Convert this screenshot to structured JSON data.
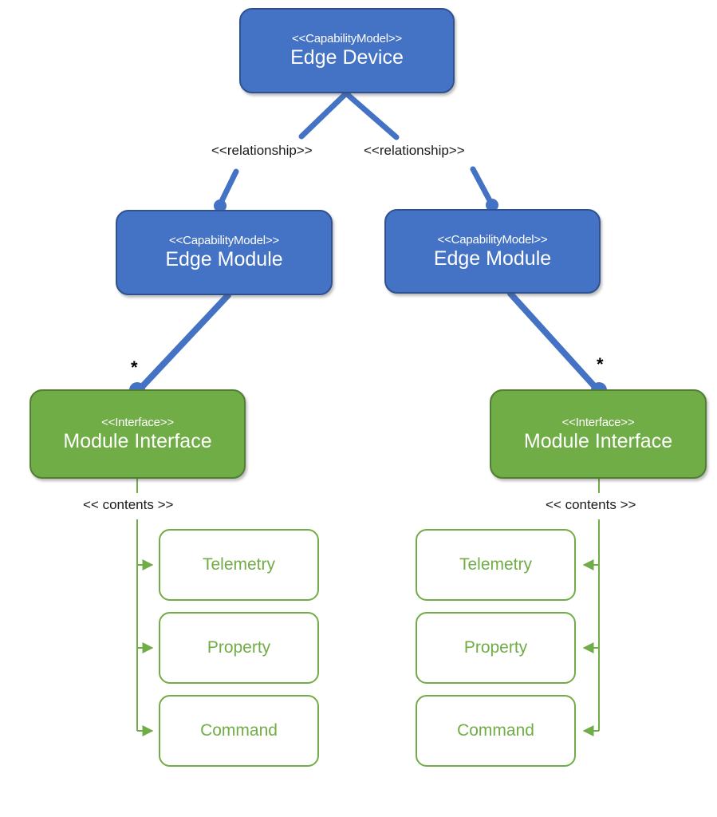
{
  "diagram": {
    "title": "Edge Device capability model diagram",
    "colors": {
      "blue_fill": "#4472C4",
      "blue_border": "#2F528F",
      "green_fill": "#70AD47",
      "green_border": "#507E32",
      "connector_blue": "#4472C4",
      "connector_green": "#70AD47",
      "label_text": "#1a1a1a",
      "background": "#ffffff"
    }
  },
  "nodes": {
    "edge_device": {
      "stereotype": "<<CapabilityModel>>",
      "title": "Edge Device"
    },
    "edge_module_left": {
      "stereotype": "<<CapabilityModel>>",
      "title": "Edge Module"
    },
    "edge_module_right": {
      "stereotype": "<<CapabilityModel>>",
      "title": "Edge Module"
    },
    "module_interface_left": {
      "stereotype": "<<Interface>>",
      "title": "Module Interface"
    },
    "module_interface_right": {
      "stereotype": "<<Interface>>",
      "title": "Module Interface"
    }
  },
  "edge_labels": {
    "relationship_left": "<<relationship>>",
    "relationship_right": "<<relationship>>",
    "multiplicity_left": "*",
    "multiplicity_right": "*",
    "contents_left": "<< contents >>",
    "contents_right": "<< contents >>"
  },
  "contents_left": [
    {
      "label": "Telemetry"
    },
    {
      "label": "Property"
    },
    {
      "label": "Command"
    }
  ],
  "contents_right": [
    {
      "label": "Telemetry"
    },
    {
      "label": "Property"
    },
    {
      "label": "Command"
    }
  ]
}
